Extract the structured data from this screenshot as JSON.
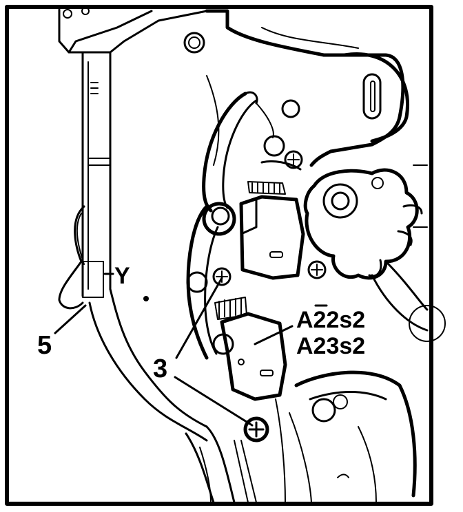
{
  "labels": {
    "y_marker": "Y",
    "callout_5": "5",
    "callout_3": "3",
    "callout_switch_a": "A22s2",
    "callout_switch_b": "A23s2"
  },
  "colors": {
    "ink": "#000000",
    "paper": "#ffffff"
  }
}
